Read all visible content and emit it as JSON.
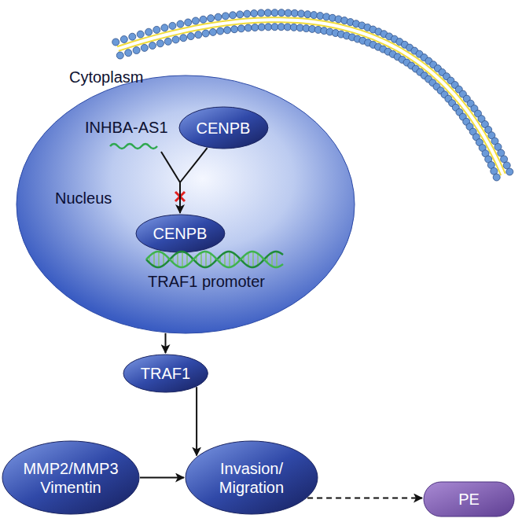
{
  "diagram": {
    "nodes": [
      {
        "text": [
          "Nucleus"
        ]
      },
      {
        "text": [
          "CENPB"
        ],
        "in": 0
      },
      {
        "text": [
          "CENPB"
        ],
        "in": 0
      },
      {
        "text": [
          "TRAF1"
        ]
      },
      {
        "text": [
          "MMP2/MMP3 Vimentin"
        ]
      },
      {
        "text": [
          "Invasion/ Migration"
        ]
      },
      {
        "text": [
          "PE"
        ]
      }
    ],
    "edges": [
      {
        "from": 1,
        "to": 2,
        "arrow": "to"
      },
      {
        "from": 0,
        "to": 3,
        "arrow": "to"
      },
      {
        "from": 3,
        "to": 5,
        "arrow": "to"
      },
      {
        "from": 4,
        "to": 5,
        "arrow": "to"
      },
      {
        "from": 5,
        "to": 6,
        "arrow": "to"
      }
    ],
    "labels": [
      "Cytoplasm",
      "INHBA-AS1",
      "TRAF1 promoter"
    ]
  }
}
